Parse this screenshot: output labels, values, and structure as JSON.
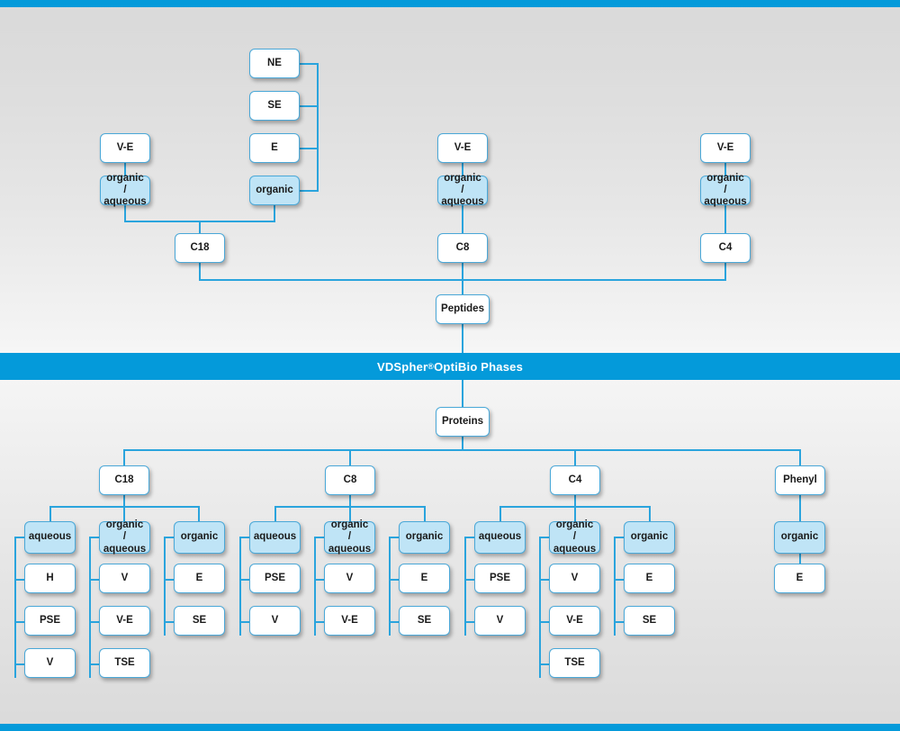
{
  "banner": {
    "text_before": "VDSpher",
    "sup": "®",
    "text_after": " OptiBio Phases"
  },
  "theme": {
    "accent_blue": "#049ada",
    "line_blue": "#2aa4dd",
    "box_border": "#4aa8d8",
    "box_fill_white": "#ffffff",
    "box_fill_blue": "#bfe4f6",
    "bg_gray_dark": "#d9d9d9",
    "bg_gray_light": "#f6f6f6",
    "text": "#1a1a1a"
  },
  "peptides": {
    "root": "Peptides",
    "columns": [
      {
        "phase": "C18",
        "branches": [
          {
            "mode": "organic /\naqueous",
            "children": [
              "V-E"
            ]
          },
          {
            "mode": "organic",
            "children": [
              "NE",
              "SE",
              "E"
            ]
          }
        ]
      },
      {
        "phase": "C8",
        "branches": [
          {
            "mode": "organic /\naqueous",
            "children": [
              "V-E"
            ]
          }
        ]
      },
      {
        "phase": "C4",
        "branches": [
          {
            "mode": "organic /\naqueous",
            "children": [
              "V-E"
            ]
          }
        ]
      }
    ]
  },
  "proteins": {
    "root": "Proteins",
    "columns": [
      {
        "phase": "C18",
        "branches": [
          {
            "mode": "aqueous",
            "children": [
              "H",
              "PSE",
              "V"
            ]
          },
          {
            "mode": "organic /\naqueous",
            "children": [
              "V",
              "V-E",
              "TSE"
            ]
          },
          {
            "mode": "organic",
            "children": [
              "E",
              "SE"
            ]
          }
        ]
      },
      {
        "phase": "C8",
        "branches": [
          {
            "mode": "aqueous",
            "children": [
              "PSE",
              "V"
            ]
          },
          {
            "mode": "organic /\naqueous",
            "children": [
              "V",
              "V-E"
            ]
          },
          {
            "mode": "organic",
            "children": [
              "E",
              "SE"
            ]
          }
        ]
      },
      {
        "phase": "C4",
        "branches": [
          {
            "mode": "aqueous",
            "children": [
              "PSE",
              "V"
            ]
          },
          {
            "mode": "organic /\naqueous",
            "children": [
              "V",
              "V-E",
              "TSE"
            ]
          },
          {
            "mode": "organic",
            "children": [
              "E",
              "SE"
            ]
          }
        ]
      },
      {
        "phase": "Phenyl",
        "branches": [
          {
            "mode": "organic",
            "children": [
              "E"
            ]
          }
        ]
      }
    ]
  },
  "labels": {
    "pep_c18_ve": "V-E",
    "pep_c18_oa": "organic /\naqueous",
    "pep_c18_org": "organic",
    "pep_c18_ne": "NE",
    "pep_c18_se": "SE",
    "pep_c18_e": "E",
    "pep_c18": "C18",
    "pep_c8_ve": "V-E",
    "pep_c8_oa": "organic /\naqueous",
    "pep_c8": "C8",
    "pep_c4_ve": "V-E",
    "pep_c4_oa": "organic /\naqueous",
    "pep_c4": "C4",
    "peptides": "Peptides",
    "proteins": "Proteins",
    "pro_c18": "C18",
    "pro_c18_aq": "aqueous",
    "pro_c18_aq_1": "H",
    "pro_c18_aq_2": "PSE",
    "pro_c18_aq_3": "V",
    "pro_c18_oa": "organic /\naqueous",
    "pro_c18_oa_1": "V",
    "pro_c18_oa_2": "V-E",
    "pro_c18_oa_3": "TSE",
    "pro_c18_org": "organic",
    "pro_c18_org_1": "E",
    "pro_c18_org_2": "SE",
    "pro_c8": "C8",
    "pro_c8_aq": "aqueous",
    "pro_c8_aq_1": "PSE",
    "pro_c8_aq_2": "V",
    "pro_c8_oa": "organic /\naqueous",
    "pro_c8_oa_1": "V",
    "pro_c8_oa_2": "V-E",
    "pro_c8_org": "organic",
    "pro_c8_org_1": "E",
    "pro_c8_org_2": "SE",
    "pro_c4": "C4",
    "pro_c4_aq": "aqueous",
    "pro_c4_aq_1": "PSE",
    "pro_c4_aq_2": "V",
    "pro_c4_oa": "organic /\naqueous",
    "pro_c4_oa_1": "V",
    "pro_c4_oa_2": "V-E",
    "pro_c4_oa_3": "TSE",
    "pro_c4_org": "organic",
    "pro_c4_org_1": "E",
    "pro_c4_org_2": "SE",
    "pro_phenyl": "Phenyl",
    "pro_phenyl_org": "organic",
    "pro_phenyl_org_1": "E"
  }
}
